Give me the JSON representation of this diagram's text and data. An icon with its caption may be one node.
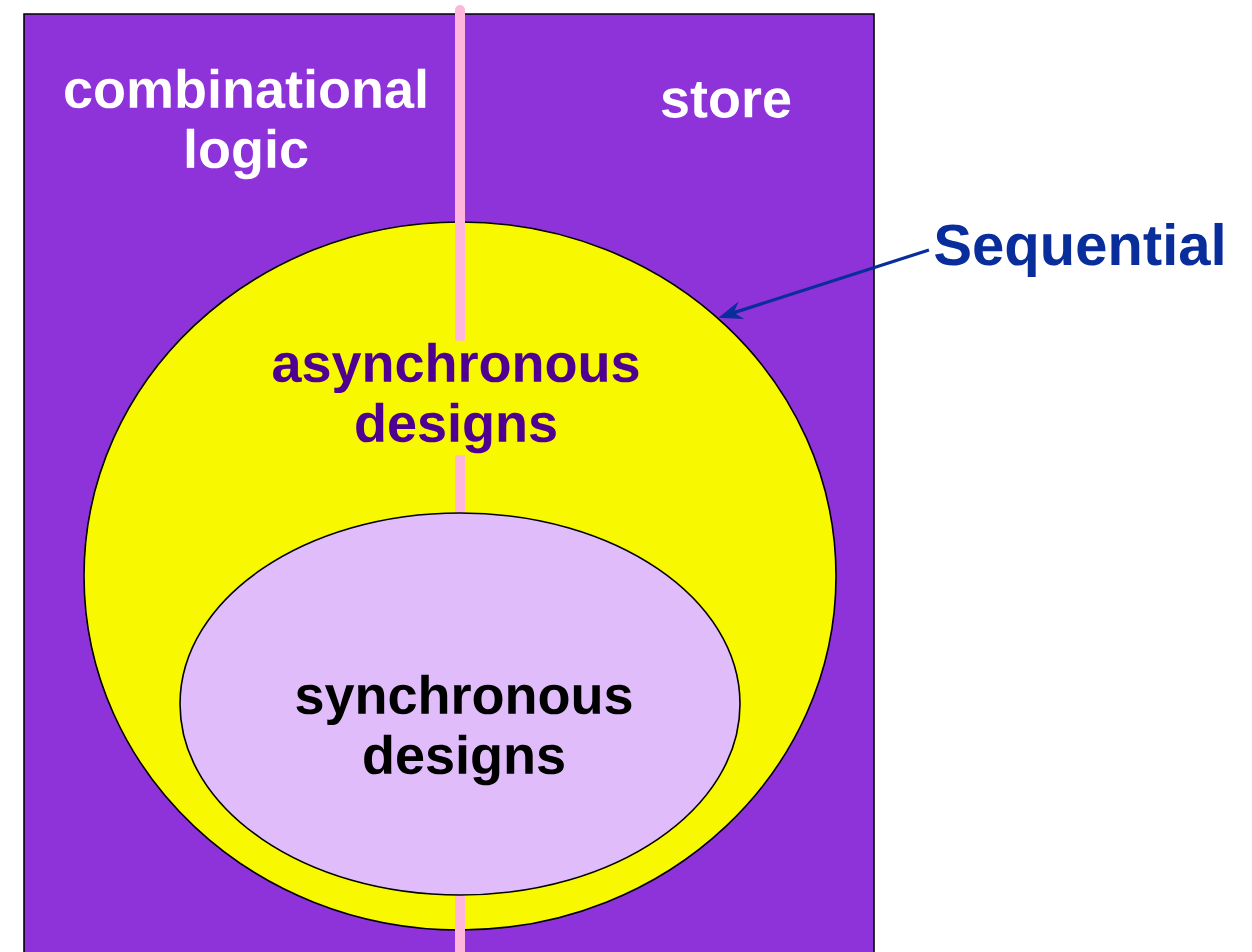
{
  "diagram": {
    "nodes": [
      {
        "text": [
          "combinational logic",
          "store"
        ]
      },
      {
        "text": [
          "asynchronous designs"
        ],
        "in": 0
      },
      {
        "text": [
          "synchronous designs"
        ],
        "in": 1
      },
      {
        "text": [
          "Sequential"
        ]
      }
    ],
    "edges": [
      {
        "from": 3,
        "to": 1,
        "arrow": "to",
        "color": "#0a2d9c"
      }
    ]
  }
}
